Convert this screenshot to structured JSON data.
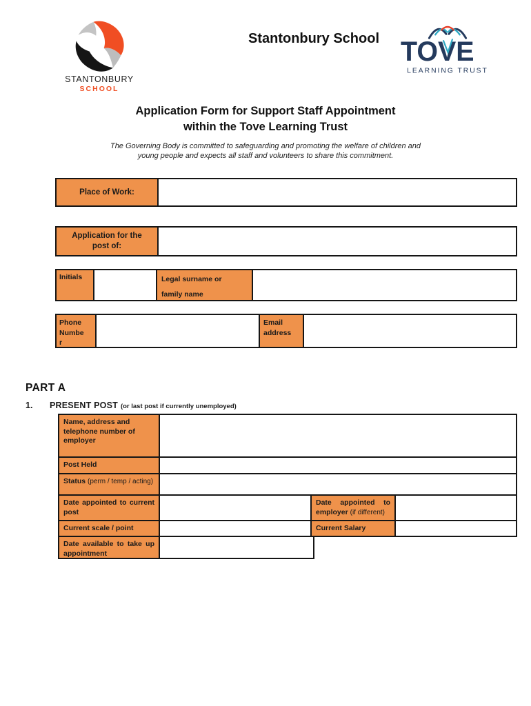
{
  "header": {
    "school_title": "Stantonbury School",
    "stantonbury_logo": {
      "name": "STANTONBURY",
      "subname": "SCHOOL"
    },
    "tove_logo": {
      "name": "TOVE",
      "subname": "LEARNING TRUST"
    }
  },
  "intro": {
    "title_line1": "Application Form for Support Staff Appointment",
    "title_line2": "within the Tove Learning Trust",
    "commitment": "The Governing Body is committed to safeguarding and promoting the welfare of children and young people and expects all staff and volunteers to share this commitment."
  },
  "fields": {
    "place_of_work_label": "Place of Work:",
    "place_of_work_value": "",
    "application_post_label": "Application for the post of:",
    "application_post_value": "",
    "initials_label": "Initials",
    "initials_value": "",
    "surname_label": "Legal surname or family name",
    "surname_value": "",
    "phone_label": "Phone Number",
    "phone_value": "",
    "email_label": "Email address",
    "email_value": ""
  },
  "part_a": {
    "heading": "PART A",
    "section_number": "1.",
    "section_title": "PRESENT POST",
    "section_note": "(or last post if currently unemployed)",
    "employer_label": "Name, address and telephone number of employer",
    "employer_value": "",
    "post_held_label": "Post Held",
    "post_held_value": "",
    "status_label": "Status",
    "status_note": "(perm / temp / acting)",
    "status_value": "",
    "date_current_label": "Date appointed to current post",
    "date_current_value": "",
    "date_employer_label": "Date appointed to employer",
    "date_employer_note": "(if different)",
    "date_employer_value": "",
    "scale_label": "Current scale / point",
    "scale_value": "",
    "salary_label": "Current Salary",
    "salary_value": "",
    "available_label": "Date available to take up appointment",
    "available_value": ""
  },
  "colors": {
    "label_orange": "#EF924B",
    "border_black": "#151515",
    "tove_navy": "#243A5D",
    "tove_teal": "#2FA9C4",
    "tove_red": "#E8402A",
    "school_red": "#F04E23"
  }
}
